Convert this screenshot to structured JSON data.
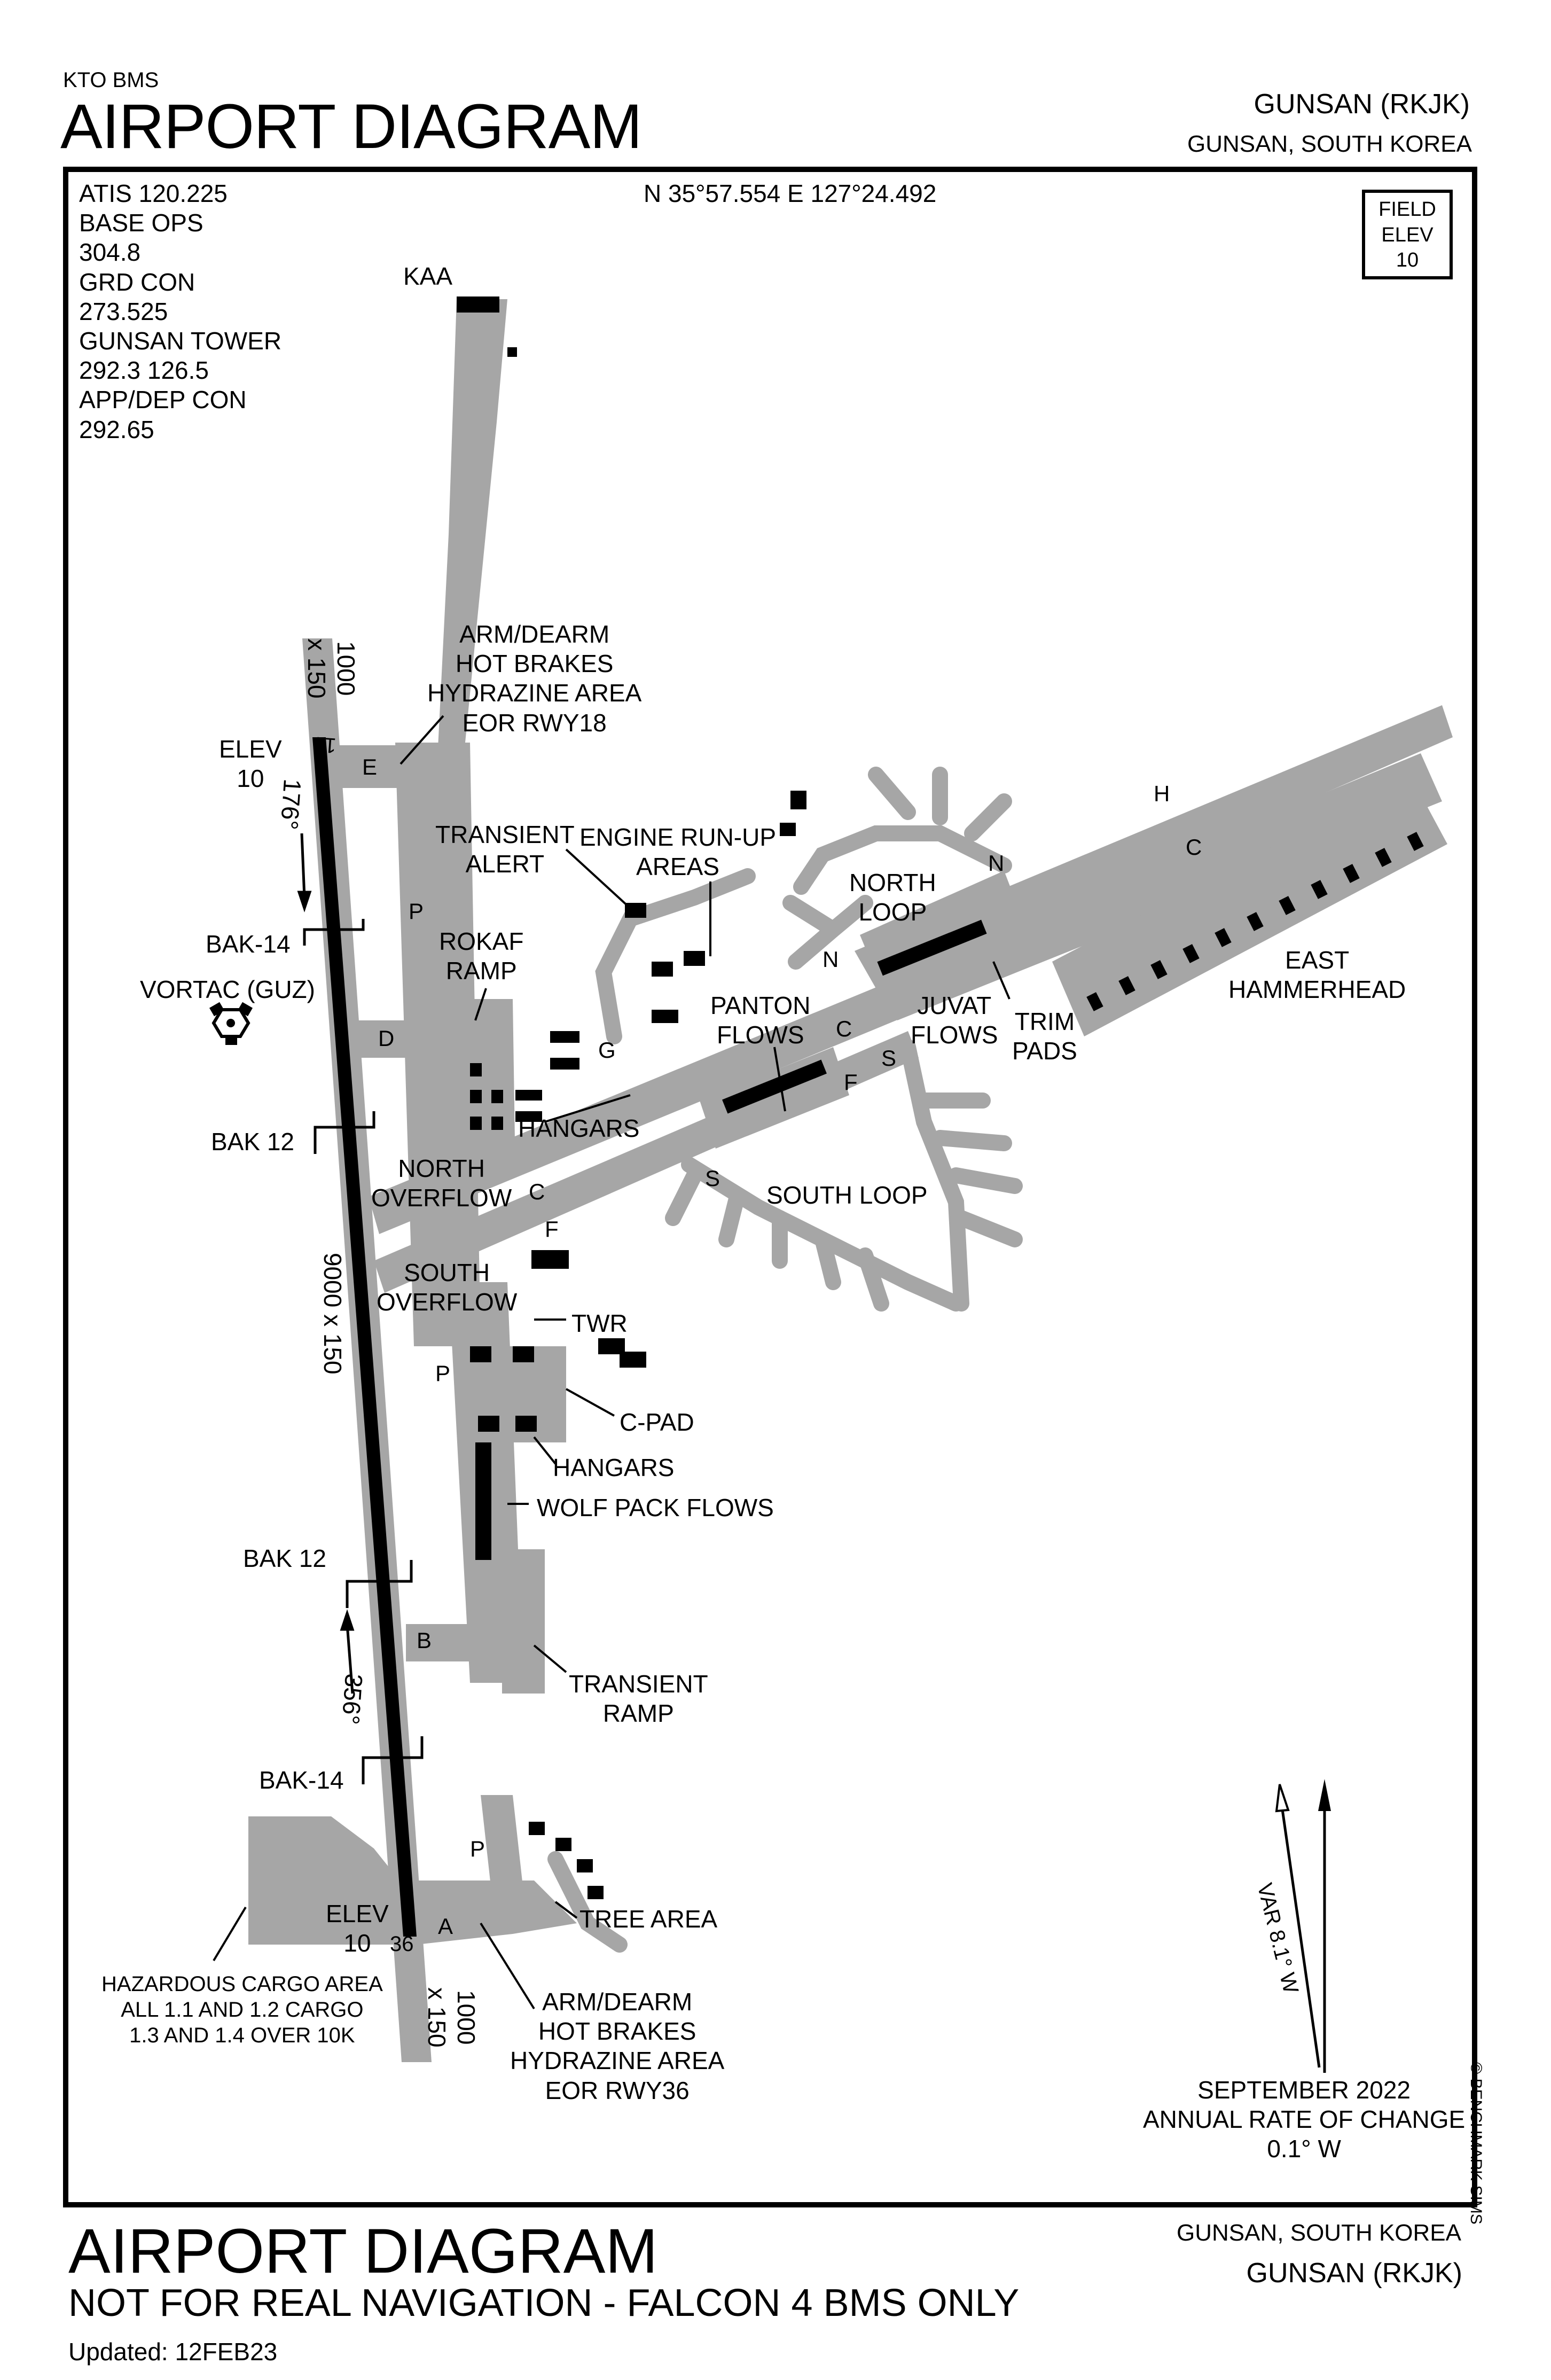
{
  "header": {
    "source": "KTO BMS",
    "title": "AIRPORT DIAGRAM",
    "airport": "GUNSAN (RKJK)",
    "location": "GUNSAN, SOUTH KOREA"
  },
  "frequencies": [
    "ATIS   120.225",
    "BASE OPS",
    "304.8",
    "GRD CON",
    "273.525",
    "GUNSAN TOWER",
    "292.3   126.5",
    "APP/DEP CON",
    "292.65"
  ],
  "coordinates": "N 35°57.554  E 127°24.492",
  "field_elev": {
    "line1": "FIELD",
    "line2": "ELEV",
    "line3": "10"
  },
  "labels": {
    "kaa": "KAA",
    "arm18": [
      "ARM/DEARM",
      "HOT BRAKES",
      "HYDRAZINE AREA",
      "EOR RWY18"
    ],
    "elev_north": [
      "ELEV",
      "10"
    ],
    "rwy_north_extent": [
      "1000",
      "x 150"
    ],
    "hdg_176": "176°",
    "transient_alert": [
      "TRANSIENT",
      "ALERT"
    ],
    "engine_runup": [
      "ENGINE RUN-UP",
      "AREAS"
    ],
    "north_loop": [
      "NORTH",
      "LOOP"
    ],
    "bak14_north": "BAK-14",
    "vortac": "VORTAC (GUZ)",
    "rokaf_ramp": [
      "ROKAF",
      "RAMP"
    ],
    "panton_flows": [
      "PANTON",
      "FLOWS"
    ],
    "juvat_flows": [
      "JUVAT",
      "FLOWS"
    ],
    "trim_pads": [
      "TRIM",
      "PADS"
    ],
    "east_hammerhead": [
      "EAST",
      "HAMMERHEAD"
    ],
    "hangars_north": "HANGARS",
    "bak12_north": "BAK 12",
    "north_overflow": [
      "NORTH",
      "OVERFLOW"
    ],
    "south_loop": "SOUTH LOOP",
    "south_overflow": [
      "SOUTH",
      "OVERFLOW"
    ],
    "twr": "TWR",
    "cpad": "C-PAD",
    "hangars_south": "HANGARS",
    "wolf_pack_flows": "WOLF PACK FLOWS",
    "rwy_length": "9000 x 150",
    "bak12_south": "BAK 12",
    "transient_ramp": [
      "TRANSIENT",
      "RAMP"
    ],
    "hdg_356": "356°",
    "bak14_south": "BAK-14",
    "tree_area": "TREE AREA",
    "elev_south": [
      "ELEV",
      "10"
    ],
    "rwy_num_south": "36",
    "rwy_num_north": "18",
    "hazardous": [
      "HAZARDOUS CARGO AREA",
      "ALL 1.1 AND 1.2 CARGO",
      "1.3 AND 1.4 OVER 10K"
    ],
    "rwy_south_extent": [
      "1000",
      "x 150"
    ],
    "arm36": [
      "ARM/DEARM",
      "HOT BRAKES",
      "HYDRAZINE AREA",
      "EOR RWY36"
    ],
    "var": "VAR 8.1° W",
    "annual": [
      "SEPTEMBER 2022",
      "ANNUAL RATE OF CHANGE",
      "0.1° W"
    ]
  },
  "taxiways": {
    "E": "E",
    "P": "P",
    "D": "D",
    "C": "C",
    "F": "F",
    "G": "G",
    "N": "N",
    "S": "S",
    "H": "H",
    "B": "B",
    "A": "A"
  },
  "footer": {
    "title": "AIRPORT DIAGRAM",
    "subtitle": "NOT FOR REAL NAVIGATION - FALCON 4 BMS ONLY",
    "updated": "Updated: 12FEB23",
    "location": "GUNSAN, SOUTH KOREA",
    "airport": "GUNSAN (RKJK)"
  },
  "copyright": "© BENCHMARK SIMS",
  "colors": {
    "pavement": "#a6a6a6",
    "runway": "#000000",
    "frame": "#000000",
    "background": "#ffffff"
  }
}
